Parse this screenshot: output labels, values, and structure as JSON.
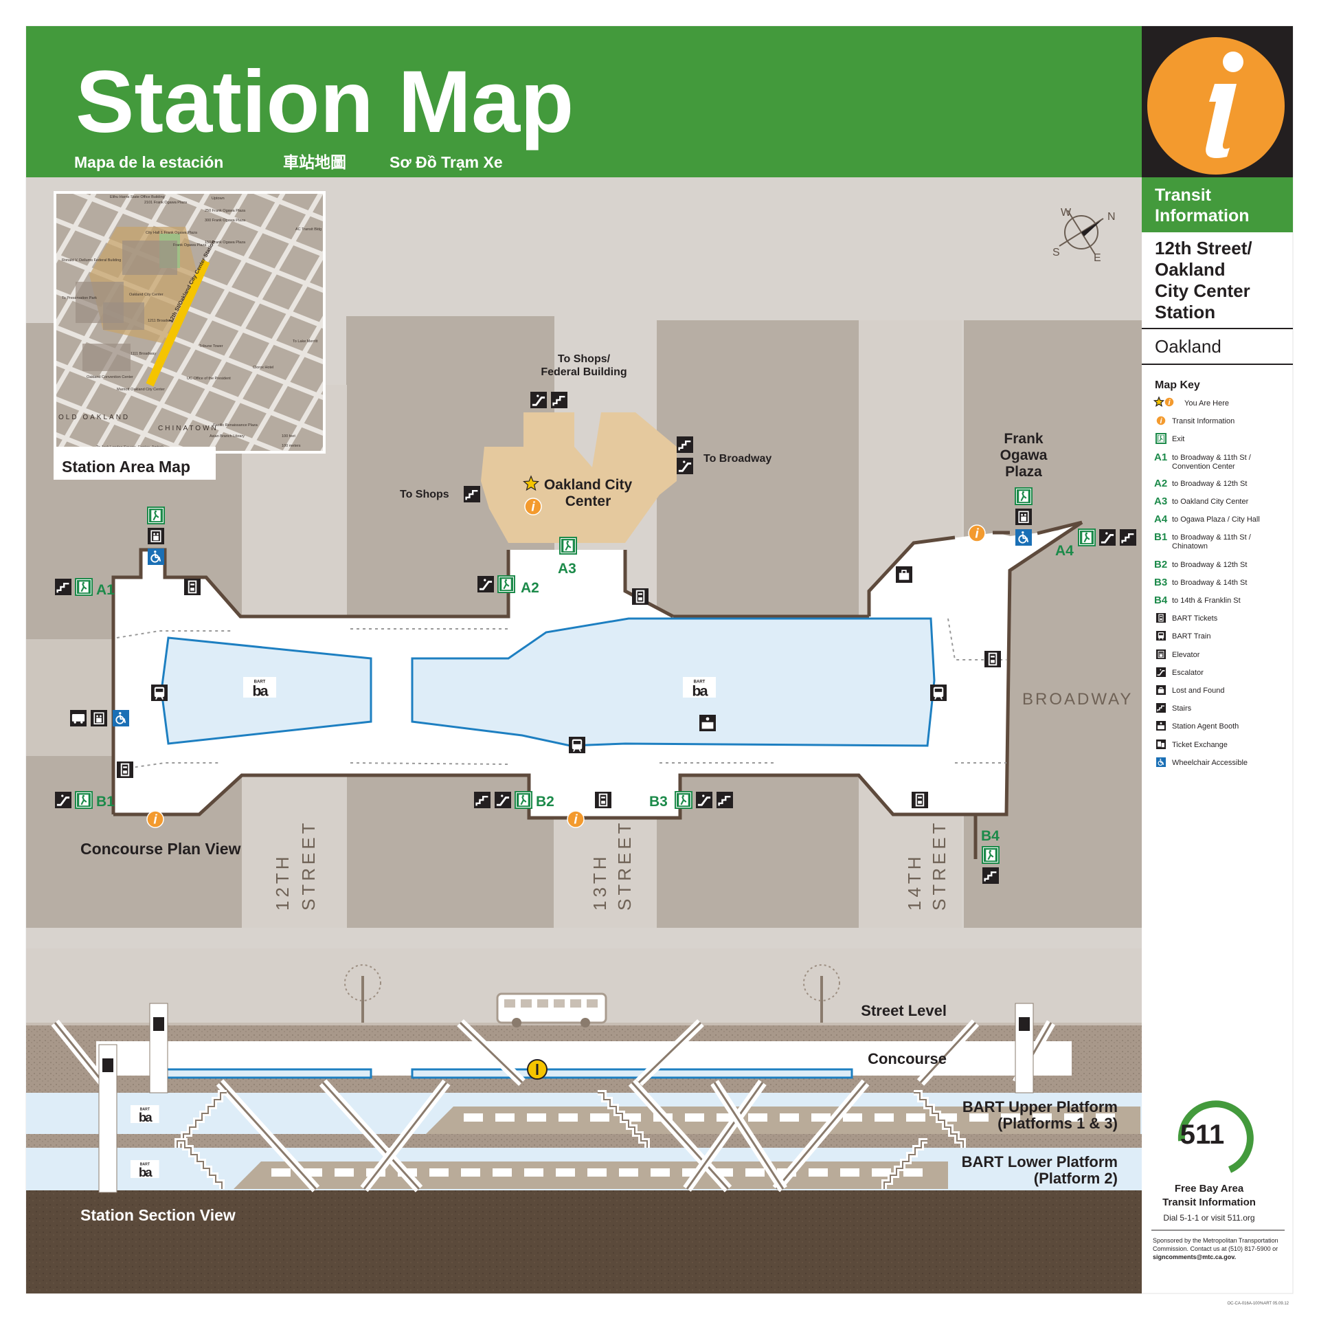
{
  "header": {
    "title": "Station Map",
    "subtitles": [
      "Mapa de la estación",
      "車站地圖",
      "Sơ Đồ Trạm Xe"
    ]
  },
  "sidebar": {
    "info_heading_1": "Transit",
    "info_heading_2": "Information",
    "station_name_lines": [
      "12th Street/",
      "Oakland",
      "City Center",
      "Station"
    ],
    "city": "Oakland",
    "map_key_title": "Map Key",
    "map_key": [
      {
        "code": "",
        "icon": "star-icon",
        "text": "You Are Here"
      },
      {
        "code": "",
        "icon": "info-icon",
        "text": "Transit Information"
      },
      {
        "code": "",
        "icon": "exit-icon",
        "text": "Exit"
      },
      {
        "code": "A1",
        "icon": "",
        "text": "to Broadway & 11th St /",
        "text2": "Convention Center"
      },
      {
        "code": "A2",
        "icon": "",
        "text": "to Broadway & 12th St"
      },
      {
        "code": "A3",
        "icon": "",
        "text": "to Oakland City Center"
      },
      {
        "code": "A4",
        "icon": "",
        "text": "to Ogawa Plaza / City Hall"
      },
      {
        "code": "B1",
        "icon": "",
        "text": "to Broadway & 11th St /",
        "text2": "Chinatown"
      },
      {
        "code": "B2",
        "icon": "",
        "text": "to Broadway & 12th St"
      },
      {
        "code": "B3",
        "icon": "",
        "text": "to Broadway & 14th St"
      },
      {
        "code": "B4",
        "icon": "",
        "text": "to 14th & Franklin St"
      },
      {
        "code": "",
        "icon": "ticket-icon",
        "text": "BART Tickets"
      },
      {
        "code": "",
        "icon": "train-icon",
        "text": "BART Train"
      },
      {
        "code": "",
        "icon": "elevator-icon",
        "text": "Elevator"
      },
      {
        "code": "",
        "icon": "escalator-icon",
        "text": "Escalator"
      },
      {
        "code": "",
        "icon": "lost-found-icon",
        "text": "Lost and Found"
      },
      {
        "code": "",
        "icon": "stairs-icon",
        "text": "Stairs"
      },
      {
        "code": "",
        "icon": "agent-booth-icon",
        "text": "Station Agent Booth"
      },
      {
        "code": "",
        "icon": "ticket-exchange-icon",
        "text": "Ticket Exchange"
      },
      {
        "code": "",
        "icon": "wheelchair-icon",
        "text": "Wheelchair Accessible"
      }
    ],
    "logo_511": "511",
    "free_line_1": "Free Bay Area",
    "free_line_2": "Transit Information",
    "dial_text": "Dial 5-1-1 or visit 511.org",
    "sponsor_lines": [
      "Sponsored by the Metropolitan Transportation",
      "Commission. Contact us at (510) 817-5900 or",
      "signcomments@mtc.ca.gov."
    ],
    "footer_code": "OC-CA-016A-100%ART 05.09.12"
  },
  "area_map": {
    "caption": "Station Area Map",
    "labels": [
      "Elihu Harris State Office Building",
      "2101 Frank Ogawa Plaza",
      "Uptown",
      "250 Frank Ogawa Plaza",
      "300 Frank Ogawa Plaza",
      "AC Transit Bldg",
      "City Hall 1 Frank Ogawa Plaza",
      "Frank Ogawa Plaza",
      "150 Frank Ogawa Plaza",
      "Ronald V. Dellums Federal Building",
      "To Preservation Park",
      "Oakland City Center",
      "1111 Broadway",
      "1211 Broadway",
      "Tribune Tower",
      "To Lake Merritt",
      "Clorox Hotel",
      "Oakland Convention Center",
      "Marriott Oakland City Center",
      "UC Office of the President",
      "OLD OAKLAND",
      "CHINATOWN",
      "Pacific Renaissance Plaza",
      "To Jack London Square, Ferries, Amtrak",
      "Asian Branch Library",
      "12th St/Oakland City Center Station",
      "100 feet",
      "100 meters"
    ]
  },
  "compass": {
    "n": "N",
    "e": "E",
    "s": "S",
    "w": "W"
  },
  "plan": {
    "caption": "Concourse Plan View",
    "streets": [
      "12TH",
      "STREET",
      "13TH",
      "STREET",
      "14TH",
      "STREET"
    ],
    "broadway": "BROADWAY",
    "to_shops_federal_1": "To Shops/",
    "to_shops_federal_2": "Federal Building",
    "to_broadway": "To Broadway",
    "to_shops": "To Shops",
    "frank_ogawa_lines": [
      "Frank",
      "Ogawa",
      "Plaza"
    ],
    "oakland_city_center_1": "Oakland City",
    "oakland_city_center_2": "Center",
    "exit_codes": [
      "A1",
      "A2",
      "A3",
      "A4",
      "B1",
      "B2",
      "B3",
      "B4"
    ],
    "bart_logo": "ba",
    "bart_small": "BART"
  },
  "section": {
    "caption": "Station Section View",
    "levels": [
      "Street Level",
      "Concourse",
      "BART Upper Platform",
      "(Platforms 1 & 3)",
      "BART Lower Platform",
      "(Platform 2)"
    ]
  },
  "colors": {
    "green": "#439a3c",
    "orange": "#f39a2e",
    "black": "#231f20",
    "brown": "#5e4a3c",
    "tan": "#e5c99e",
    "platform_blue": "#deedf8",
    "platform_stroke": "#1d7fc1",
    "ground_light": "#d5cfc9",
    "ground_dark": "#b3a99e"
  }
}
